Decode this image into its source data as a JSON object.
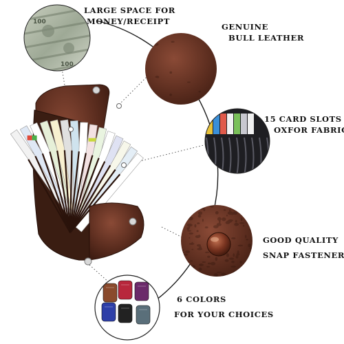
{
  "features": {
    "space": {
      "line1": "LARGE SPACE FOR",
      "line2": "MONEY/RECEIPT"
    },
    "leather": {
      "line1": "GENUINE",
      "line2": "BULL LEATHER"
    },
    "slots": {
      "line1": "15 CARD SLOTS",
      "line2": "OXFOR FABRIC"
    },
    "snap": {
      "line1": "GOOD QUALITY",
      "line2": "SNAP  FASTENER"
    },
    "colors": {
      "line1": "6 COLORS",
      "line2": "FOR YOUR CHOICES"
    }
  },
  "product": {
    "leather_color": "#4a2418",
    "leather_highlight": "#7a4030",
    "pocket_color": "#2f1a14",
    "card_slot_count": 15,
    "color_options": [
      "#8a4a2c",
      "#b8273c",
      "#6b2a6a",
      "#2e3fa8",
      "#222222",
      "#5a6f7a"
    ]
  },
  "icons": [
    "money-stack-icon",
    "leather-texture-icon",
    "card-slots-icon",
    "snap-button-icon",
    "color-options-icon"
  ]
}
